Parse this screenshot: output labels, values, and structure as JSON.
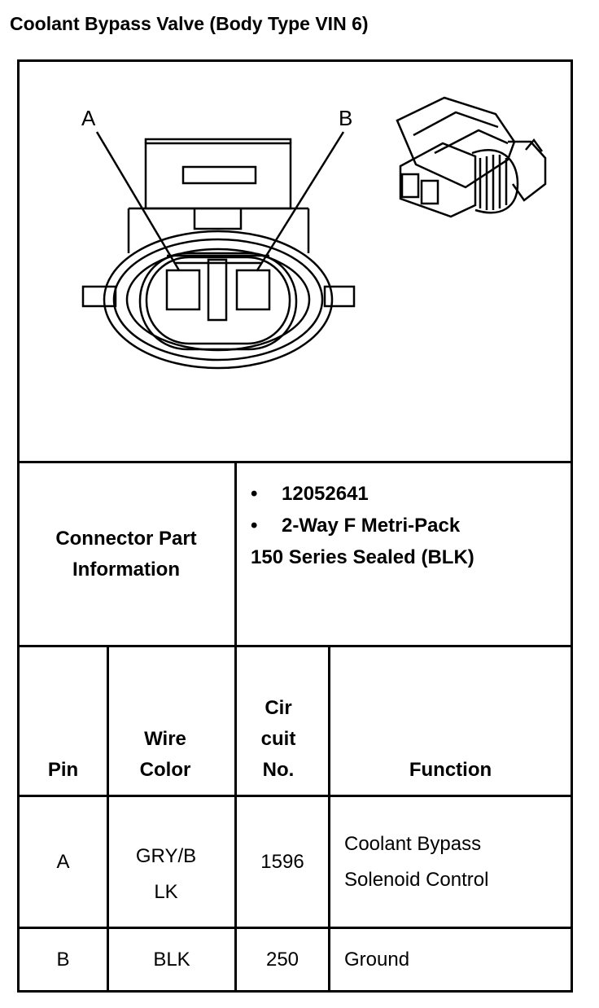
{
  "title": "Coolant Bypass Valve (Body Type VIN 6)",
  "diagram": {
    "label_a": "A",
    "label_b": "B"
  },
  "connector": {
    "heading": "Connector Part Information",
    "bullets": [
      "12052641",
      "2-Way F Metri-Pack"
    ],
    "continuation": "150 Series Sealed (BLK)"
  },
  "table": {
    "headers": {
      "pin": "Pin",
      "wire_color": "Wire Color",
      "circuit": "Cir cuit No.",
      "function": "Function"
    },
    "rows": [
      {
        "pin": "A",
        "wire_color": "GRY/B LK",
        "circuit": "1596",
        "function": "Coolant Bypass Solenoid Control"
      },
      {
        "pin": "B",
        "wire_color": "BLK",
        "circuit": "250",
        "function": "Ground"
      }
    ]
  }
}
